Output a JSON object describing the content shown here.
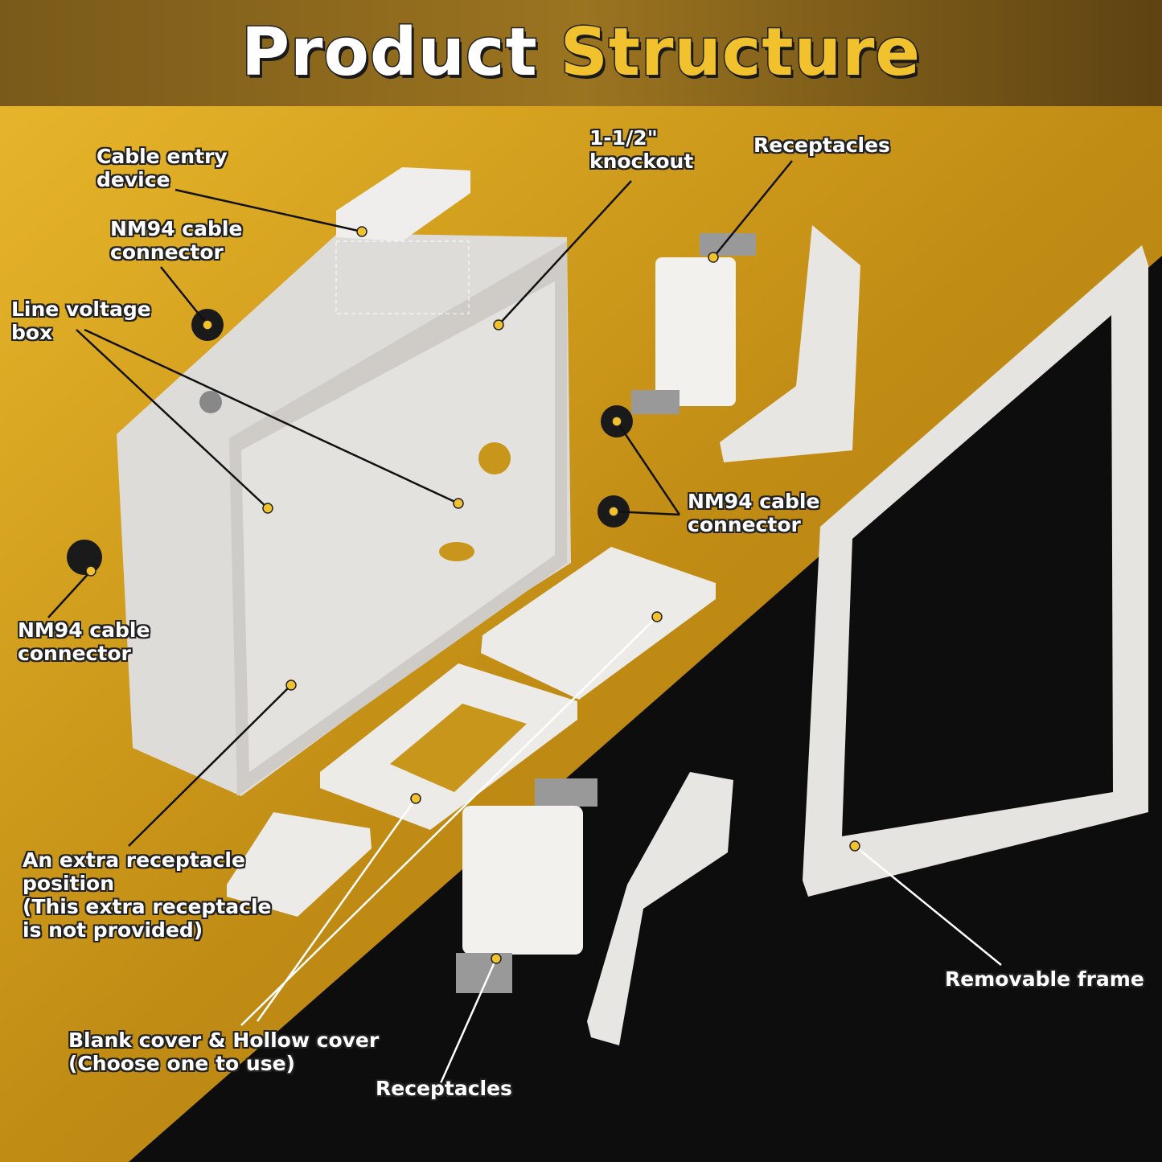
{
  "title": {
    "word1": "Product",
    "word2": "Structure"
  },
  "colors": {
    "accent": "#f2c12e",
    "background_gold": "#c8961a",
    "dark": "#111111",
    "part_white": "#eceae6"
  },
  "labels": {
    "cable_entry": "Cable entry\ndevice",
    "nm94_top": "NM94 cable\nconnector",
    "line_voltage": "Line voltage\nbox",
    "knockout": "1-1/2\"\nknockout",
    "receptacles_top": "Receptacles",
    "nm94_right": "NM94 cable\nconnector",
    "nm94_left": "NM94 cable\nconnector",
    "extra_receptacle": "An extra receptacle\nposition\n(This extra receptacle\nis not provided)",
    "covers": "Blank cover & Hollow cover\n   (Choose one to use)",
    "receptacles_bottom": "Receptacles",
    "removable_frame": "Removable frame"
  }
}
